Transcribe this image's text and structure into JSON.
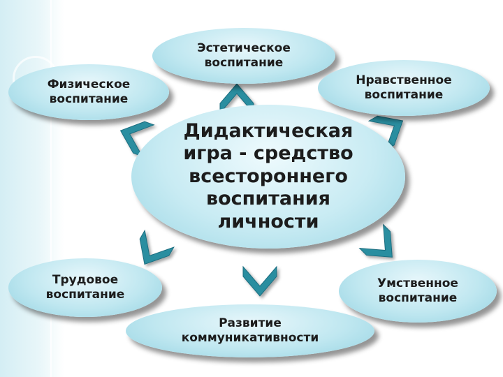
{
  "center": {
    "label": "Дидактическая\nигра - средство\nвсестороннего\nвоспитания\nличности"
  },
  "nodes": {
    "aesthetic": "Эстетическое\nвоспитание",
    "physical": "Физическое\nвоспитание",
    "moral": "Нравственное\nвоспитание",
    "labor": "Трудовое\nвоспитание",
    "mental": "Умственное\nвоспитание",
    "communication": "Развитие\nкоммуникативности"
  },
  "colors": {
    "node_fill": "#bfe7f0",
    "arrow_fill": "#2a8ea0",
    "arrow_stroke": "#1e6e80",
    "sidebar": "#d4eef4"
  },
  "icons": {
    "connector": "chevron-arrow"
  }
}
